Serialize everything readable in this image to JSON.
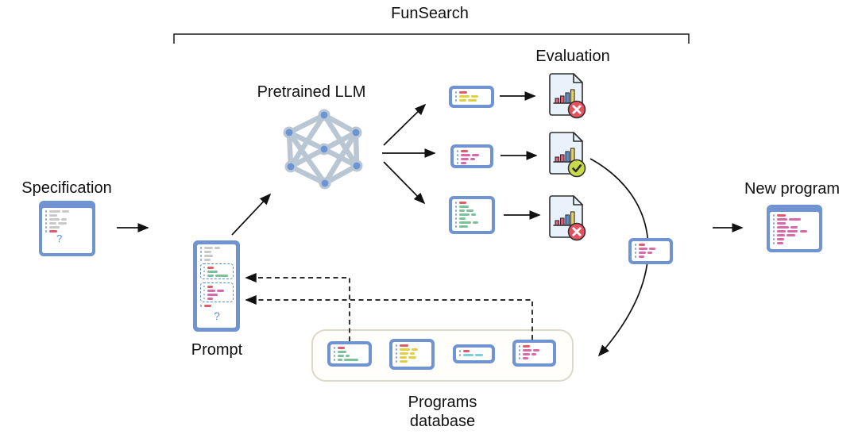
{
  "title": "FunSearch",
  "labels": {
    "specification": "Specification",
    "pretrained_llm": "Pretrained LLM",
    "evaluation": "Evaluation",
    "prompt": "Prompt",
    "programs_database": [
      "Programs",
      "database"
    ],
    "new_program": "New program"
  },
  "symbols": {
    "question_mark": "?"
  },
  "colors": {
    "window_border": "#7094d2",
    "code_gray": "#c9c9c9",
    "code_red": "#e05c6a",
    "code_green": "#7bc29a",
    "code_yellow": "#e3cf45",
    "code_pink": "#d96aa8",
    "code_cyan": "#7ccfdd",
    "question_blue": "#5b8dd6",
    "nn_edge": "#b9c6d3",
    "nn_node": "#6b94d3",
    "doc_fill": "#e9f2fa",
    "outline_dark": "#2e2e2e",
    "bar_pink": "#dd5f79",
    "bar_blue": "#5b8ed8",
    "bar_yellow": "#ead64e",
    "badge_fail": "#e6505f",
    "badge_pass": "#c8d94a",
    "db_box_border": "#dcd9c8",
    "arrow_black": "#111111"
  }
}
